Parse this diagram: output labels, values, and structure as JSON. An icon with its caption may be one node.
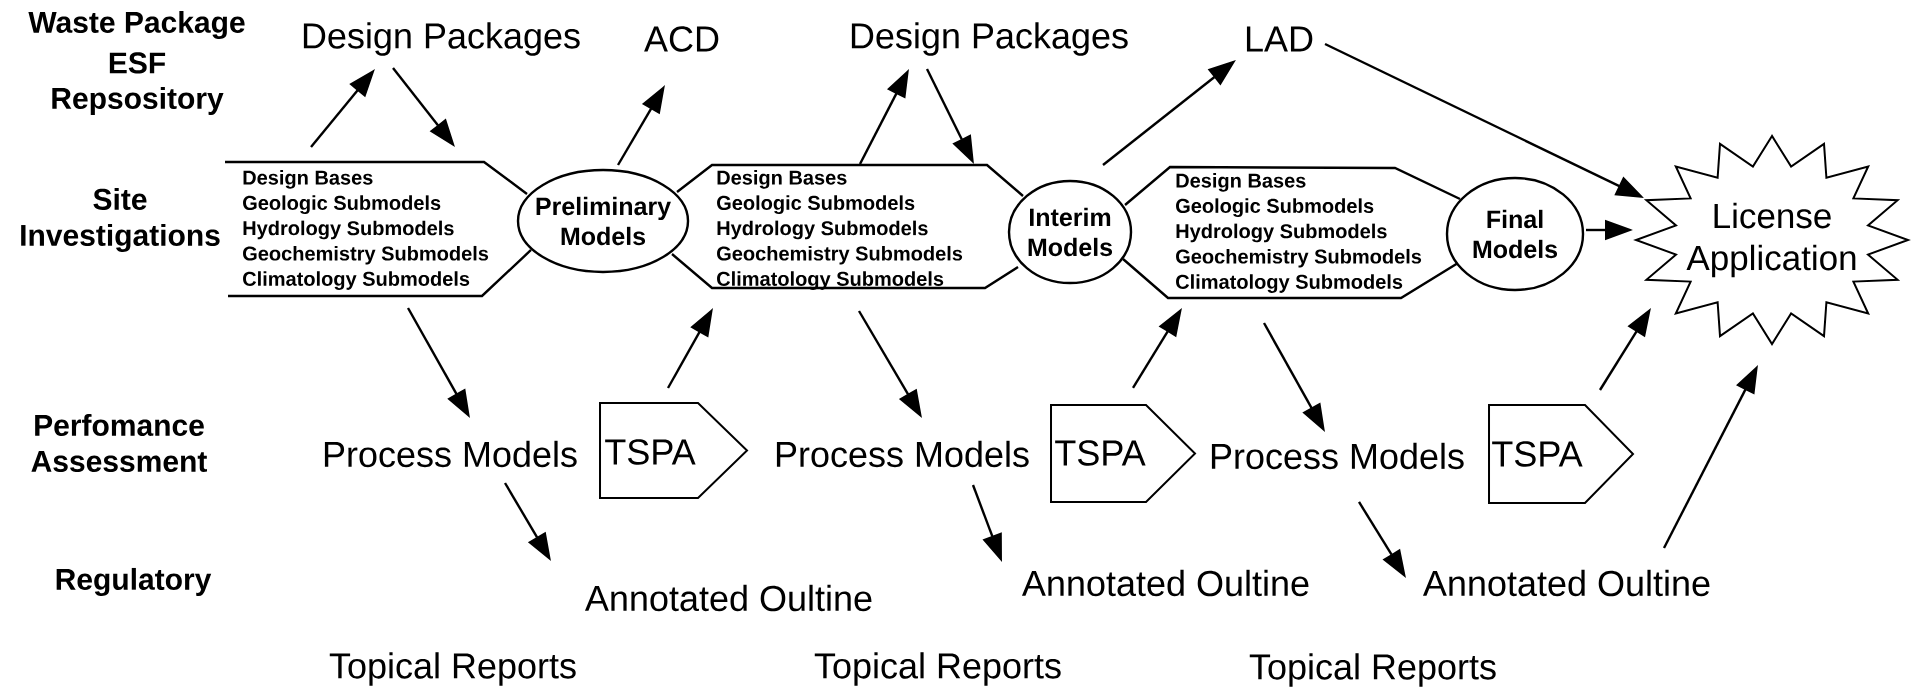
{
  "diagram": {
    "nodes": [
      {
        "text": [
          "Design Packages"
        ]
      },
      {
        "text": [
          "ACD"
        ]
      },
      {
        "text": [
          "Design Packages"
        ]
      },
      {
        "text": [
          "LAD"
        ]
      },
      {
        "text": [
          "Design Bases",
          "Geologic Submodels",
          "Hydrology Submodels",
          "Geochemistry Submodels",
          "Climatology Submodels"
        ]
      },
      {
        "text": [
          "Preliminary Models"
        ]
      },
      {
        "text": [
          "Design Bases",
          "Geologic Submodels",
          "Hydrology Submodels",
          "Geochemistry Submodels",
          "Climatology Submodels"
        ]
      },
      {
        "text": [
          "Interim Models"
        ]
      },
      {
        "text": [
          "Design Bases",
          "Geologic Submodels",
          "Hydrology Submodels",
          "Geochemistry Submodels",
          "Climatology Submodels"
        ]
      },
      {
        "text": [
          "Final Models"
        ]
      },
      {
        "text": [
          "License Application"
        ]
      },
      {
        "text": [
          "Process Models"
        ]
      },
      {
        "text": [
          "TSPA"
        ]
      },
      {
        "text": [
          "Process Models"
        ]
      },
      {
        "text": [
          "TSPA"
        ]
      },
      {
        "text": [
          "Process Models"
        ]
      },
      {
        "text": [
          "TSPA"
        ]
      },
      {
        "text": [
          "Annotated Oultine"
        ]
      },
      {
        "text": [
          "Annotated Oultine"
        ]
      },
      {
        "text": [
          "Annotated Oultine"
        ]
      }
    ],
    "edges": [
      {
        "from": 4,
        "to": 0,
        "arrow": "to"
      },
      {
        "from": 0,
        "to": 4,
        "arrow": "to"
      },
      {
        "from": 5,
        "to": 1,
        "arrow": "to"
      },
      {
        "from": 4,
        "to": 11,
        "arrow": "to"
      },
      {
        "from": 12,
        "to": 6,
        "arrow": "to"
      },
      {
        "from": 6,
        "to": 2,
        "arrow": "to"
      },
      {
        "from": 2,
        "to": 6,
        "arrow": "to"
      },
      {
        "from": 7,
        "to": 3,
        "arrow": "to"
      },
      {
        "from": 6,
        "to": 13,
        "arrow": "to"
      },
      {
        "from": 11,
        "to": 17,
        "arrow": "to"
      },
      {
        "from": 13,
        "to": 18,
        "arrow": "to"
      },
      {
        "from": 14,
        "to": 8,
        "arrow": "to"
      },
      {
        "from": 8,
        "to": 15,
        "arrow": "to"
      },
      {
        "from": 15,
        "to": 19,
        "arrow": "to"
      },
      {
        "from": 3,
        "to": 10,
        "arrow": "to"
      },
      {
        "from": 9,
        "to": 10,
        "arrow": "to"
      },
      {
        "from": 16,
        "to": 10,
        "arrow": "to"
      },
      {
        "from": 19,
        "to": 10,
        "arrow": "to"
      }
    ],
    "labels": [
      "Waste Package",
      "ESF",
      "Repsository",
      "Site Investigations",
      "Perfomance Assessment",
      "Regulatory",
      "Topical Reports",
      "Topical Reports",
      "Topical Reports"
    ]
  }
}
